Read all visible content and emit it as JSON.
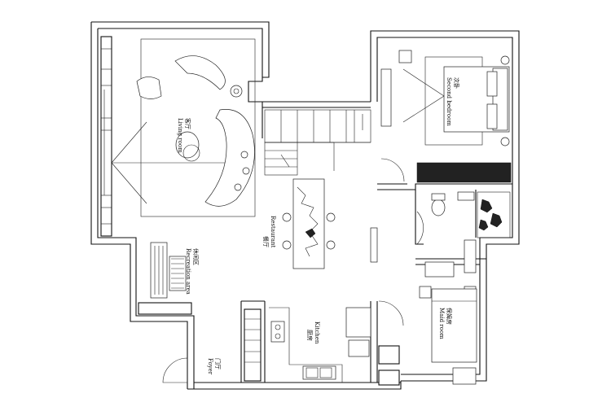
{
  "rooms": {
    "living_room": {
      "zh": "客厅",
      "en": "Living room"
    },
    "second_bedroom": {
      "zh": "次卧",
      "en": "Second bedroom"
    },
    "restaurant": {
      "zh": "餐厅",
      "en": "Restaurant"
    },
    "recreation_area": {
      "zh": "休闲区",
      "en": "Recreation area"
    },
    "kitchen": {
      "zh": "厨房",
      "en": "Kitchen"
    },
    "foyer": {
      "zh": "门厅",
      "en": "Foyer"
    },
    "maid_room": {
      "zh": "保姆房",
      "en": "Maid room"
    }
  }
}
